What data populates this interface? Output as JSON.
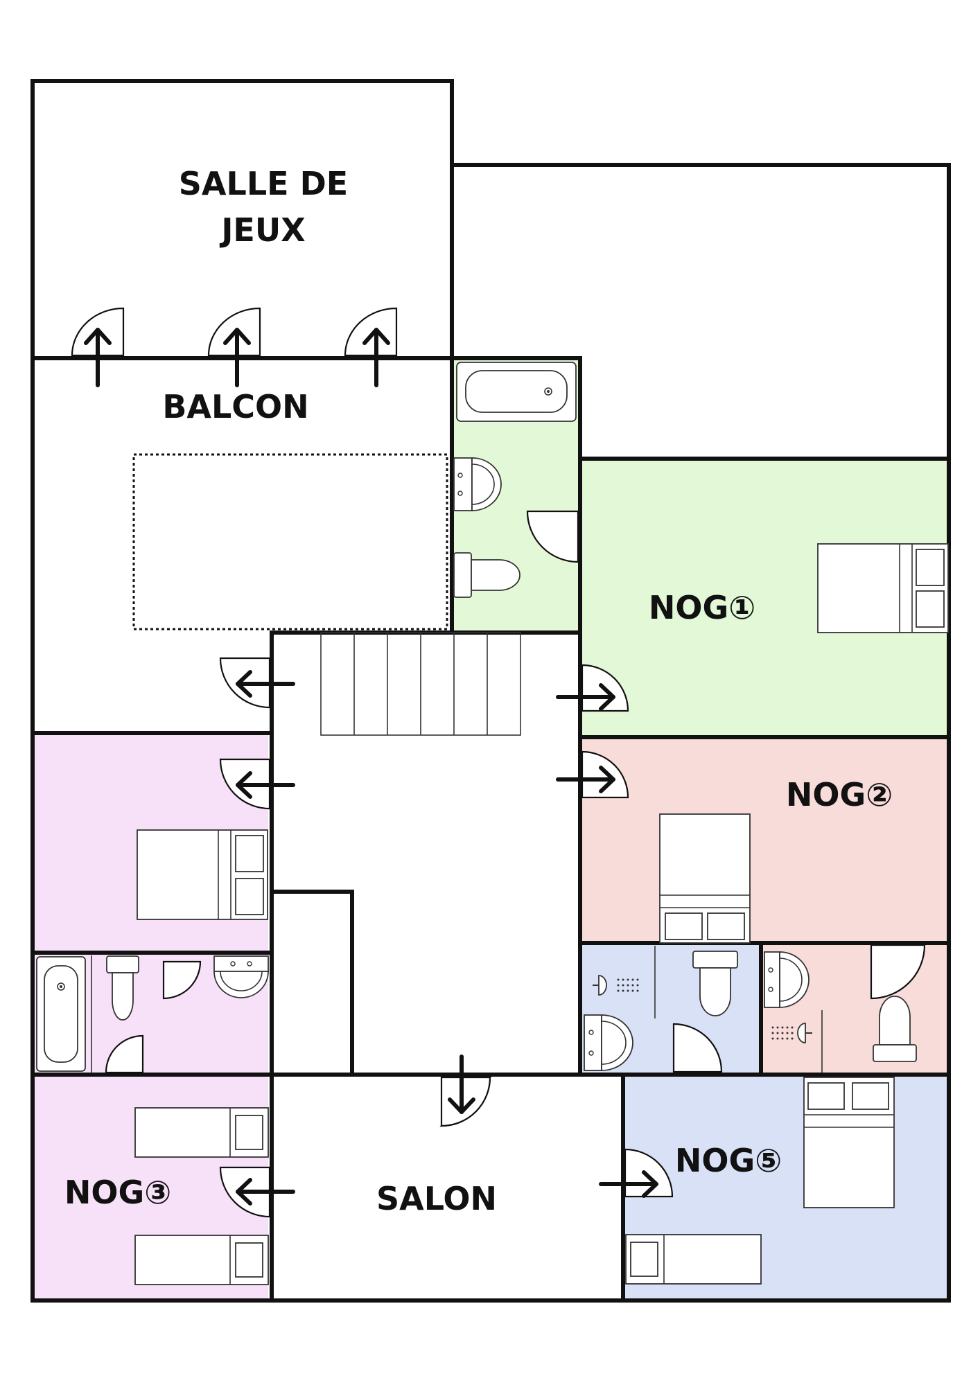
{
  "plan": {
    "rooms": {
      "games_room": "SALLE DE\nJEUX",
      "games_room_line1": "SALLE DE",
      "games_room_line2": "JEUX",
      "balcony": "BALCON",
      "bedroom_1": "NOG①",
      "bedroom_2": "NOG②",
      "bedroom_3": "NOG③",
      "bedroom_5": "NOG⑤",
      "living_room": "SALON"
    },
    "colors": {
      "green": "#e2f8d7",
      "red": "#f8dcda",
      "pink": "#f7e1f8",
      "blue": "#d9e1f7",
      "white": "#ffffff",
      "wall": "#111111"
    },
    "icons": [
      "bed-icon",
      "bathtub-icon",
      "toilet-icon",
      "sink-icon",
      "shower-icon",
      "door-icon",
      "arrow-icon",
      "stairs-icon"
    ]
  }
}
